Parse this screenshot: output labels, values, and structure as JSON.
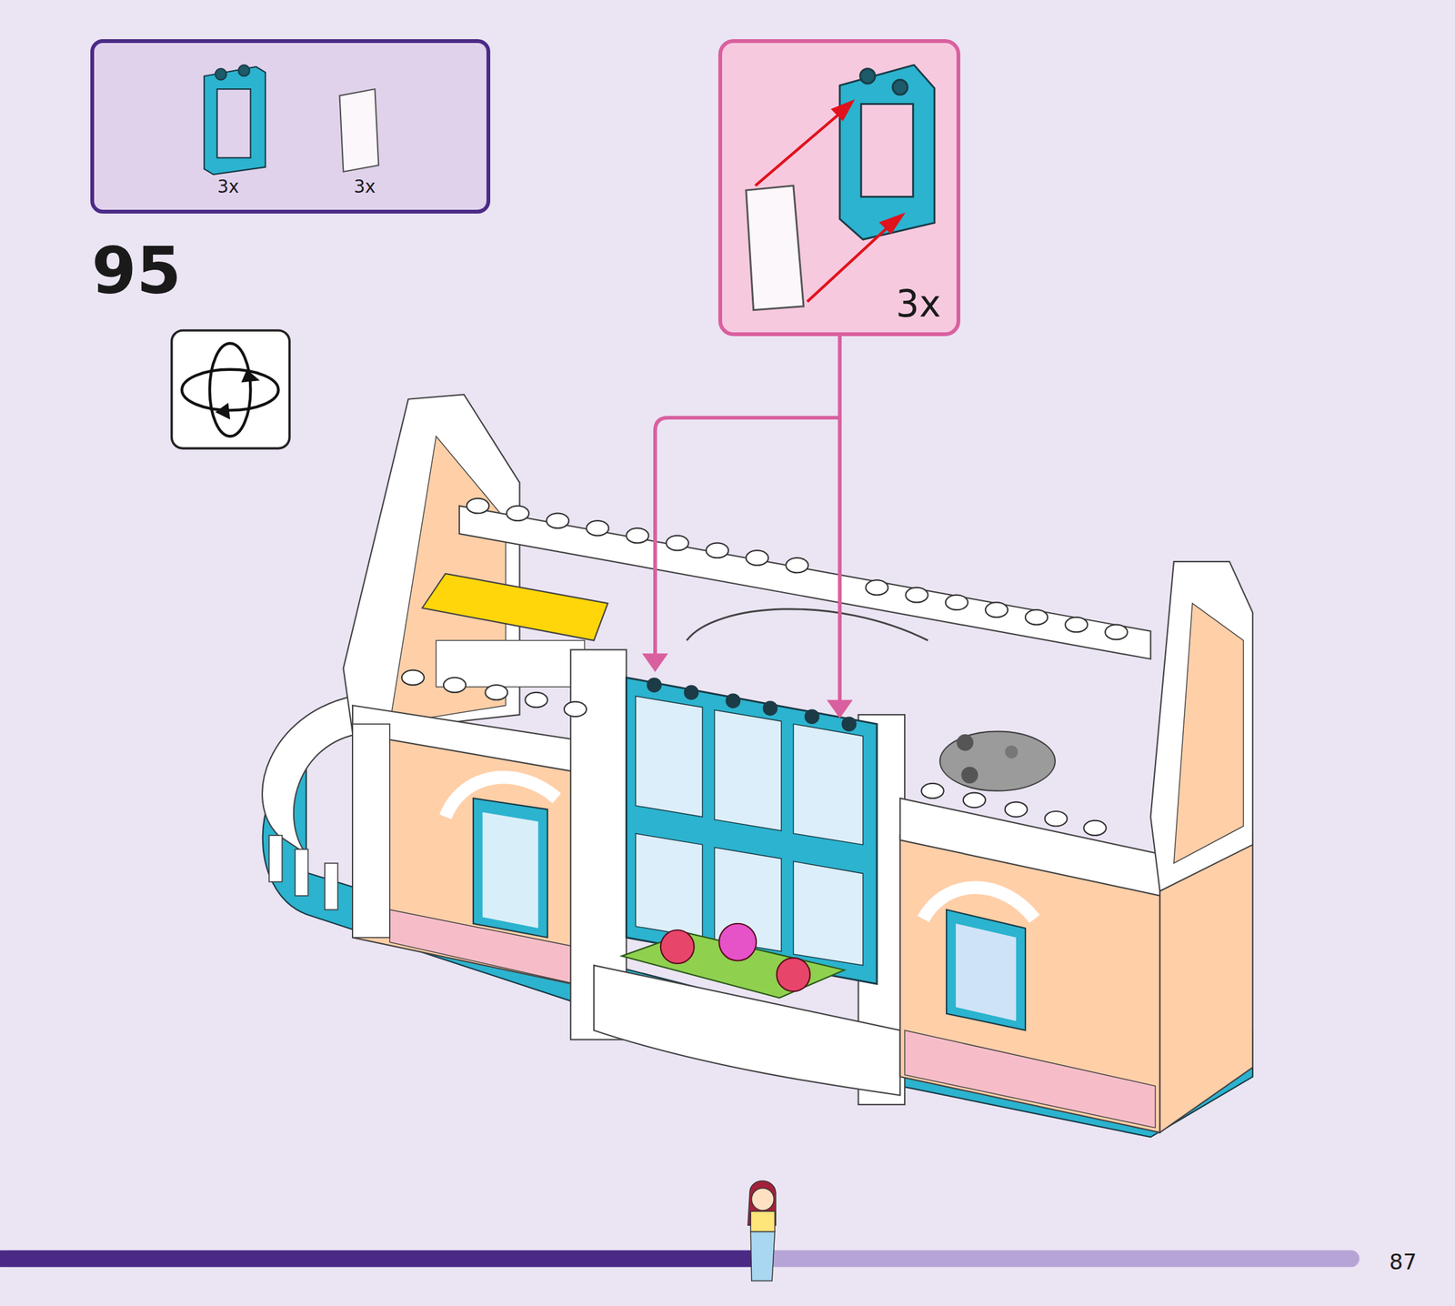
{
  "diagram": {
    "nodes": [
      {
        "text": [
          "3x",
          "3x"
        ]
      },
      {
        "text": [
          "3x"
        ]
      }
    ],
    "labels": [
      "95",
      "87"
    ]
  }
}
